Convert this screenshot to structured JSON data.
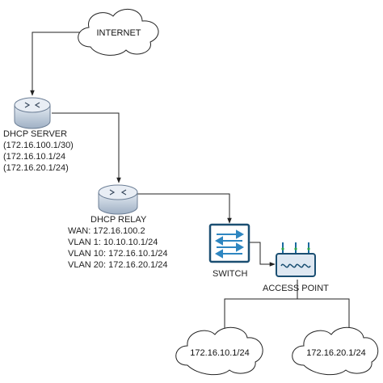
{
  "internet": {
    "label": "INTERNET"
  },
  "dhcp_server": {
    "label": "DHCP SERVER",
    "lines": [
      "(172.16.100.1/30)",
      "(172.16.10.1/24",
      "(172.16.20.1/24)"
    ]
  },
  "dhcp_relay": {
    "label": "DHCP RELAY",
    "lines": [
      "WAN: 172.16.100.2",
      "VLAN 1: 10.10.10.1/24",
      "VLAN 10: 172.16.10.1/24",
      "VLAN 20: 172.16.20.1/24"
    ]
  },
  "switch": {
    "label": "SWITCH"
  },
  "access_point": {
    "label": "ACCESS POINT"
  },
  "client_left": {
    "label": "172.16.10.1/24"
  },
  "client_right": {
    "label": "172.16.20.1/24"
  },
  "colors": {
    "router_body": "#c9d4e2",
    "switch_frame": "#1b4f72",
    "ap_body": "#dfe8f2"
  }
}
